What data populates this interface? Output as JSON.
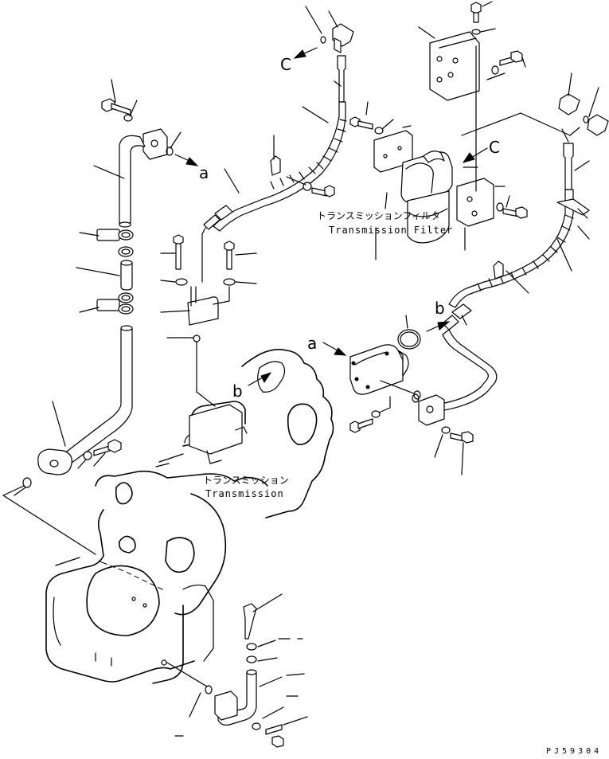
{
  "labels": {
    "transmission_filter_jp": "トランスミッションフィルタ",
    "transmission_filter_en": "Transmission Filter",
    "transmission_jp": "トランスミッション",
    "transmission_en": "Transmission",
    "ref_a_1": "a",
    "ref_a_2": "a",
    "ref_b_1": "b",
    "ref_b_2": "b",
    "ref_c_1": "C",
    "ref_c_2": "C",
    "drawing_code": "PJ59304"
  }
}
